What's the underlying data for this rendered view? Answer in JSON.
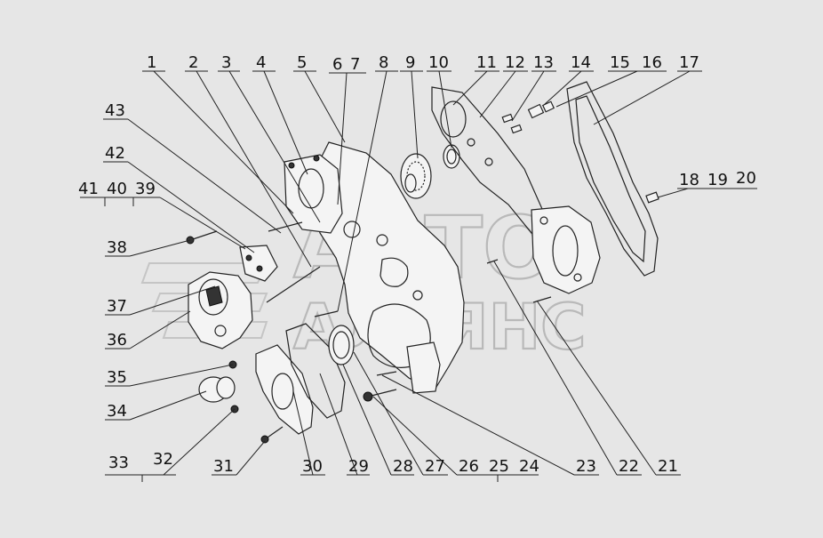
{
  "watermark": {
    "line1": "АВТО",
    "line2": "АЛЬЯНС"
  },
  "callouts": [
    {
      "id": "1",
      "label": "1"
    },
    {
      "id": "2",
      "label": "2"
    },
    {
      "id": "3",
      "label": "3"
    },
    {
      "id": "4",
      "label": "4"
    },
    {
      "id": "5",
      "label": "5"
    },
    {
      "id": "6",
      "label": "6"
    },
    {
      "id": "7",
      "label": "7"
    },
    {
      "id": "8",
      "label": "8"
    },
    {
      "id": "9",
      "label": "9"
    },
    {
      "id": "10",
      "label": "10"
    },
    {
      "id": "11",
      "label": "11"
    },
    {
      "id": "12",
      "label": "12"
    },
    {
      "id": "13",
      "label": "13"
    },
    {
      "id": "14",
      "label": "14"
    },
    {
      "id": "15",
      "label": "15"
    },
    {
      "id": "16",
      "label": "16"
    },
    {
      "id": "17",
      "label": "17"
    },
    {
      "id": "18",
      "label": "18"
    },
    {
      "id": "19",
      "label": "19"
    },
    {
      "id": "20",
      "label": "20"
    },
    {
      "id": "21",
      "label": "21"
    },
    {
      "id": "22",
      "label": "22"
    },
    {
      "id": "23",
      "label": "23"
    },
    {
      "id": "24",
      "label": "24"
    },
    {
      "id": "25",
      "label": "25"
    },
    {
      "id": "26",
      "label": "26"
    },
    {
      "id": "27",
      "label": "27"
    },
    {
      "id": "28",
      "label": "28"
    },
    {
      "id": "29",
      "label": "29"
    },
    {
      "id": "30",
      "label": "30"
    },
    {
      "id": "31",
      "label": "31"
    },
    {
      "id": "32",
      "label": "32"
    },
    {
      "id": "33",
      "label": "33"
    },
    {
      "id": "34",
      "label": "34"
    },
    {
      "id": "35",
      "label": "35"
    },
    {
      "id": "36",
      "label": "36"
    },
    {
      "id": "37",
      "label": "37"
    },
    {
      "id": "38",
      "label": "38"
    },
    {
      "id": "39",
      "label": "39"
    },
    {
      "id": "40",
      "label": "40"
    },
    {
      "id": "41",
      "label": "41"
    },
    {
      "id": "42",
      "label": "42"
    },
    {
      "id": "43",
      "label": "43"
    }
  ]
}
